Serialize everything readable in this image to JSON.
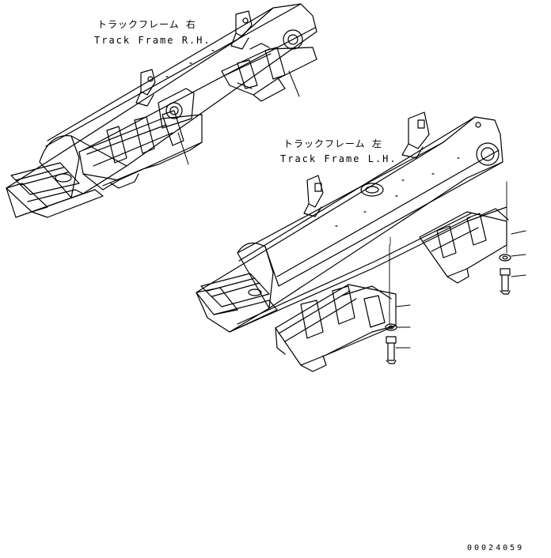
{
  "labels": {
    "rh_jp": "トラックフレーム 右",
    "rh_en": "Track Frame R.H.",
    "lh_jp": "トラックフレーム 左",
    "lh_en": "Track Frame L.H."
  },
  "drawing_code": "00024059",
  "colors": {
    "ink": "#000000",
    "paper": "#ffffff"
  }
}
